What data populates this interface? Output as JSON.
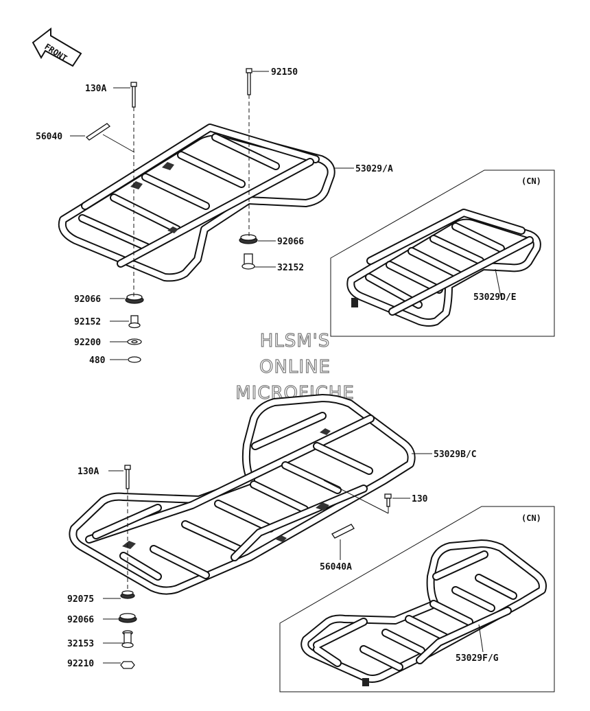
{
  "front_badge": "FRONT",
  "watermark": [
    "HLSM'S",
    "ONLINE",
    "MICROFICHE"
  ],
  "cn_note": "(CN)",
  "callouts": {
    "p130A_top": "130A",
    "p56040": "56040",
    "p92150": "92150",
    "p53029A": "53029/A",
    "p92066_right": "92066",
    "p32152": "32152",
    "p92066_left": "92066",
    "p92152": "92152",
    "p92200": "92200",
    "p480": "480",
    "p53029DE": "53029D/E",
    "p53029BC": "53029B/C",
    "p130A_bottom": "130A",
    "p130": "130",
    "p56040A": "56040A",
    "p92075": "92075",
    "p92066_bottom": "92066",
    "p32153": "32153",
    "p92210": "92210",
    "p53029FG": "53029F/G"
  }
}
